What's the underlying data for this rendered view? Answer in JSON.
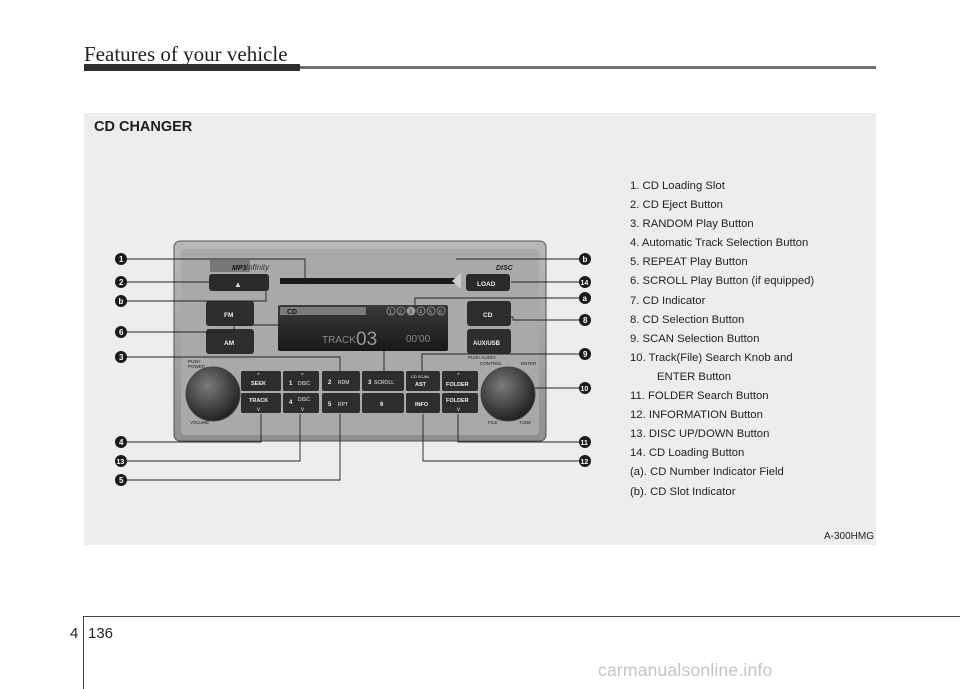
{
  "header": {
    "title": "Features of your vehicle"
  },
  "section": {
    "title": "CD CHANGER",
    "figure_code": "A-300HMG",
    "legend": [
      {
        "text": "1. CD Loading Slot"
      },
      {
        "text": "2. CD Eject Button"
      },
      {
        "text": "3. RANDOM Play Button"
      },
      {
        "text": "4. Automatic Track Selection Button"
      },
      {
        "text": "5. REPEAT Play Button"
      },
      {
        "text": "6. SCROLL Play Button (if equipped)"
      },
      {
        "text": "7. CD Indicator"
      },
      {
        "text": "8. CD Selection Button"
      },
      {
        "text": "9. SCAN Selection Button"
      },
      {
        "text": "10. Track(File) Search Knob and",
        "cont": "ENTER Button"
      },
      {
        "text": "11. FOLDER Search Button"
      },
      {
        "text": "12. INFORMATION Button"
      },
      {
        "text": "13. DISC UP/DOWN Button"
      },
      {
        "text": "14. CD Loading Button"
      },
      {
        "text": "(a). CD Number Indicator Field"
      },
      {
        "text": "(b). CD Slot Indicator"
      }
    ]
  },
  "callouts": {
    "c1": "1",
    "c2": "2",
    "cb1": "b",
    "c6": "6",
    "c3": "3",
    "c4": "4",
    "c13": "13",
    "c5": "5",
    "cb2": "b",
    "c14": "14",
    "ca": "a",
    "c8": "8",
    "c9": "9",
    "c10": "10",
    "c11": "11",
    "c12": "12"
  },
  "radio": {
    "mp3_logo": "MP3",
    "brand": "Infinity",
    "disc_badge": "DISC",
    "eject_symbol": "▲",
    "load": "LOAD",
    "fm": "FM",
    "am": "AM",
    "cd_button": "CD",
    "aux_usb": "AUX/USB",
    "display": {
      "cd_label": "CD",
      "slots": [
        "1",
        "2",
        "3",
        "4",
        "5",
        "6"
      ],
      "track_label": "TRACK",
      "track_number": "03",
      "time": "00'00"
    },
    "push": "PUSH",
    "power": "POWER",
    "volume": "VOLUME",
    "push_audio": "PUSH AUDIO",
    "control": "CONTROL",
    "enter": "ENTER",
    "file": "FILE",
    "tune": "TUNE",
    "seek": "SEEK",
    "track_btn": "TRACK",
    "p1": "1",
    "disc1": "DISC",
    "p4": "4",
    "disc4": "DISC",
    "p2": "2",
    "rdm": "RDM",
    "p3": "3",
    "scroll": "SCROLL",
    "p5": "5",
    "rpt": "RPT",
    "p6": "6",
    "cd_scan": "CD SCAN",
    "ast": "AST",
    "info": "INFO",
    "folder_up": "FOLDER",
    "folder_down": "FOLDER"
  },
  "footer": {
    "section_number": "4",
    "page_number": "136",
    "watermark": "carmanualsonline.info"
  }
}
